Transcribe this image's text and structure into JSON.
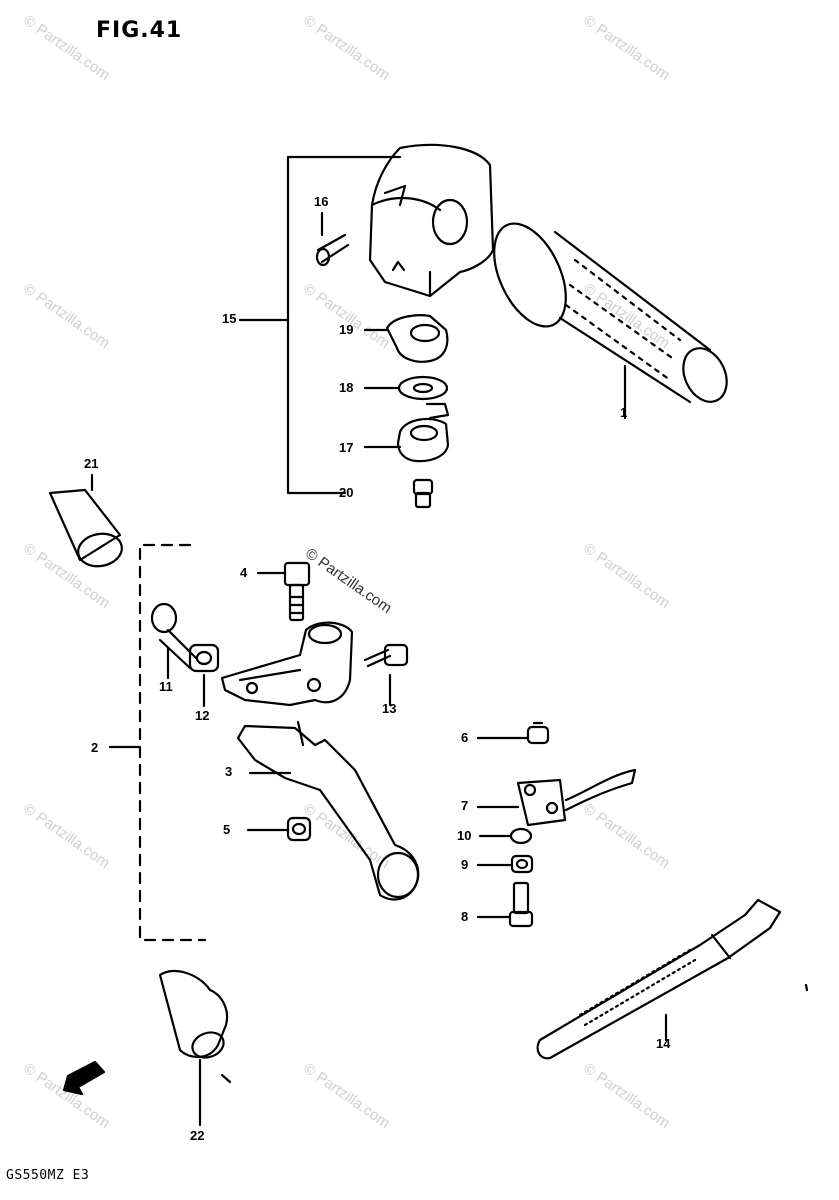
{
  "title": "FIG.41",
  "footer_code": "GS550MZ E3",
  "watermark_text": "© Partzilla.com",
  "callouts": {
    "c1": "1",
    "c2": "2",
    "c3": "3",
    "c4": "4",
    "c5": "5",
    "c6": "6",
    "c7": "7",
    "c8": "8",
    "c9": "9",
    "c10": "10",
    "c11": "11",
    "c12": "12",
    "c13": "13",
    "c14": "14",
    "c15": "15",
    "c16": "16",
    "c17": "17",
    "c18": "18",
    "c19": "19",
    "c20": "20",
    "c21": "21",
    "c22": "22"
  },
  "colors": {
    "ink": "#000000",
    "watermark": "#cfcfcf"
  }
}
